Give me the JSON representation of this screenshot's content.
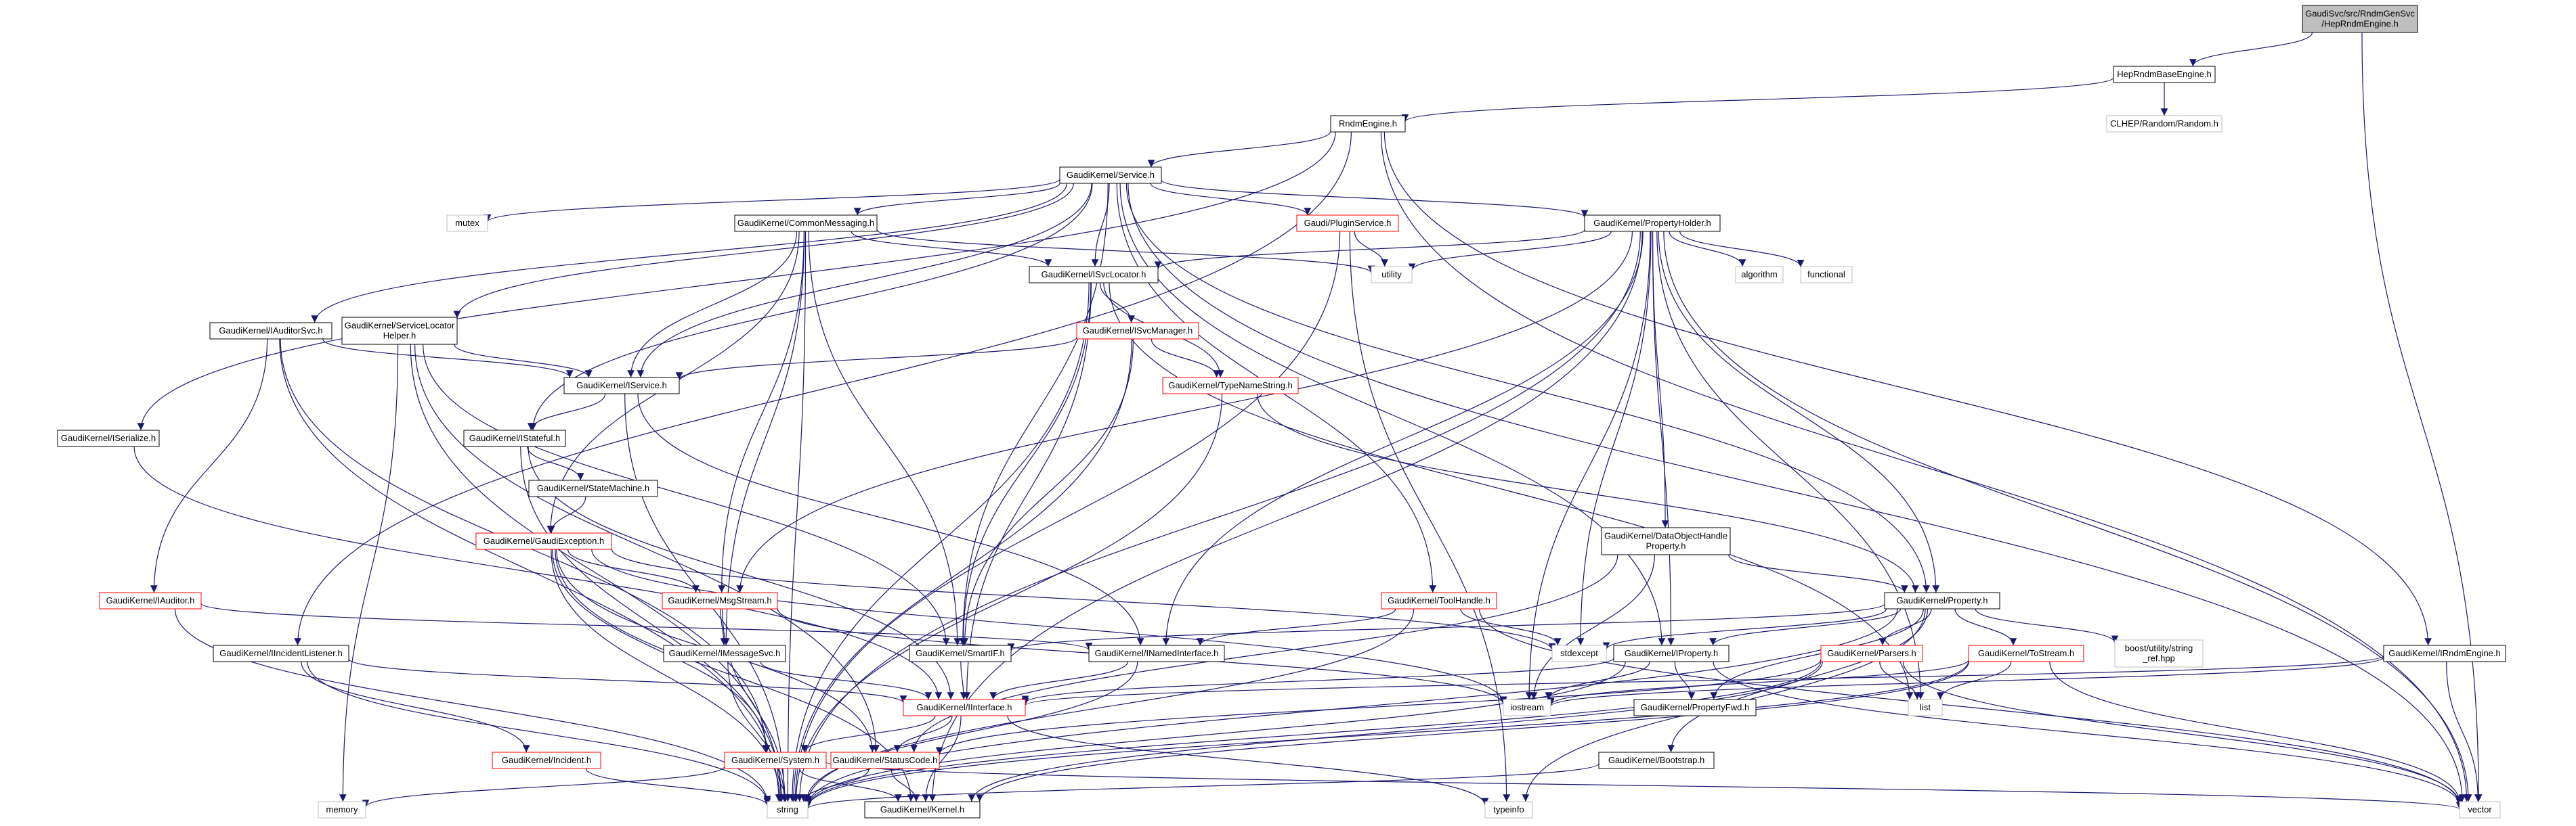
{
  "graph": {
    "title": "GaudiSvc/src/RndmGenSvc/HepRndmEngine.h",
    "colors": {
      "root_fill": "#bfbfbf",
      "node_stroke": "#000000",
      "incomplete_stroke": "#ff0000",
      "external_stroke": "#bfbfbf",
      "edge": "#191970"
    },
    "nodes": [
      {
        "id": "root",
        "label": [
          "GaudiSvc/src/RndmGenSvc",
          "/HepRndmEngine.h"
        ],
        "kind": "root"
      },
      {
        "id": "hepbase",
        "label": [
          "HepRndmBaseEngine.h"
        ],
        "kind": "normal"
      },
      {
        "id": "rndmengine",
        "label": [
          "RndmEngine.h"
        ],
        "kind": "normal"
      },
      {
        "id": "clhep",
        "label": [
          "CLHEP/Random/Random.h"
        ],
        "kind": "external"
      },
      {
        "id": "service",
        "label": [
          "GaudiKernel/Service.h"
        ],
        "kind": "normal"
      },
      {
        "id": "irndmengine",
        "label": [
          "GaudiKernel/IRndmEngine.h"
        ],
        "kind": "normal"
      },
      {
        "id": "iserialize",
        "label": [
          "GaudiKernel/ISerialize.h"
        ],
        "kind": "normal"
      },
      {
        "id": "iincident",
        "label": [
          "GaudiKernel/IIncidentListener.h"
        ],
        "kind": "normal"
      },
      {
        "id": "vector",
        "label": [
          "vector"
        ],
        "kind": "external"
      },
      {
        "id": "mutex",
        "label": [
          "mutex"
        ],
        "kind": "external"
      },
      {
        "id": "commonmsg",
        "label": [
          "GaudiKernel/CommonMessaging.h"
        ],
        "kind": "normal"
      },
      {
        "id": "plugin",
        "label": [
          "Gaudi/PluginService.h"
        ],
        "kind": "incomplete"
      },
      {
        "id": "propholder",
        "label": [
          "GaudiKernel/PropertyHolder.h"
        ],
        "kind": "normal"
      },
      {
        "id": "iauditorsvc",
        "label": [
          "GaudiKernel/IAuditorSvc.h"
        ],
        "kind": "normal"
      },
      {
        "id": "svclochelper",
        "label": [
          "GaudiKernel/ServiceLocator",
          "Helper.h"
        ],
        "kind": "normal"
      },
      {
        "id": "isvclocator",
        "label": [
          "GaudiKernel/ISvcLocator.h"
        ],
        "kind": "normal"
      },
      {
        "id": "utility",
        "label": [
          "utility"
        ],
        "kind": "external"
      },
      {
        "id": "algorithm",
        "label": [
          "algorithm"
        ],
        "kind": "external"
      },
      {
        "id": "functional",
        "label": [
          "functional"
        ],
        "kind": "external"
      },
      {
        "id": "isvcmanager",
        "label": [
          "GaudiKernel/ISvcManager.h"
        ],
        "kind": "incomplete"
      },
      {
        "id": "iservice",
        "label": [
          "GaudiKernel/IService.h"
        ],
        "kind": "normal"
      },
      {
        "id": "typename",
        "label": [
          "GaudiKernel/TypeNameString.h"
        ],
        "kind": "incomplete"
      },
      {
        "id": "istateful",
        "label": [
          "GaudiKernel/IStateful.h"
        ],
        "kind": "normal"
      },
      {
        "id": "statemachine",
        "label": [
          "GaudiKernel/StateMachine.h"
        ],
        "kind": "normal"
      },
      {
        "id": "gaudiexc",
        "label": [
          "GaudiKernel/GaudiException.h"
        ],
        "kind": "incomplete"
      },
      {
        "id": "dohprop",
        "label": [
          "GaudiKernel/DataObjectHandle",
          "Property.h"
        ],
        "kind": "normal"
      },
      {
        "id": "iauditor",
        "label": [
          "GaudiKernel/IAuditor.h"
        ],
        "kind": "incomplete"
      },
      {
        "id": "msgstream",
        "label": [
          "GaudiKernel/MsgStream.h"
        ],
        "kind": "incomplete"
      },
      {
        "id": "toolhandle",
        "label": [
          "GaudiKernel/ToolHandle.h"
        ],
        "kind": "incomplete"
      },
      {
        "id": "property",
        "label": [
          "GaudiKernel/Property.h"
        ],
        "kind": "normal"
      },
      {
        "id": "smartif",
        "label": [
          "GaudiKernel/SmartIF.h"
        ],
        "kind": "normal"
      },
      {
        "id": "inamed",
        "label": [
          "GaudiKernel/INamedInterface.h"
        ],
        "kind": "normal"
      },
      {
        "id": "stdexcept",
        "label": [
          "stdexcept"
        ],
        "kind": "external"
      },
      {
        "id": "iproperty",
        "label": [
          "GaudiKernel/IProperty.h"
        ],
        "kind": "normal"
      },
      {
        "id": "parsers",
        "label": [
          "GaudiKernel/Parsers.h"
        ],
        "kind": "incomplete"
      },
      {
        "id": "tostream",
        "label": [
          "GaudiKernel/ToStream.h"
        ],
        "kind": "incomplete"
      },
      {
        "id": "boostref",
        "label": [
          "boost/utility/string",
          "_ref.hpp"
        ],
        "kind": "external"
      },
      {
        "id": "imessagesvc",
        "label": [
          "GaudiKernel/IMessageSvc.h"
        ],
        "kind": "normal"
      },
      {
        "id": "iinterface",
        "label": [
          "GaudiKernel/IInterface.h"
        ],
        "kind": "incomplete"
      },
      {
        "id": "iostream",
        "label": [
          "iostream"
        ],
        "kind": "external"
      },
      {
        "id": "propfwd",
        "label": [
          "GaudiKernel/PropertyFwd.h"
        ],
        "kind": "normal"
      },
      {
        "id": "list",
        "label": [
          "list"
        ],
        "kind": "external"
      },
      {
        "id": "incident",
        "label": [
          "GaudiKernel/Incident.h"
        ],
        "kind": "incomplete"
      },
      {
        "id": "system",
        "label": [
          "GaudiKernel/System.h"
        ],
        "kind": "incomplete"
      },
      {
        "id": "statuscode",
        "label": [
          "GaudiKernel/StatusCode.h"
        ],
        "kind": "incomplete"
      },
      {
        "id": "bootstrap",
        "label": [
          "GaudiKernel/Bootstrap.h"
        ],
        "kind": "normal"
      },
      {
        "id": "memory",
        "label": [
          "memory"
        ],
        "kind": "external"
      },
      {
        "id": "string",
        "label": [
          "string"
        ],
        "kind": "external"
      },
      {
        "id": "kernel",
        "label": [
          "GaudiKernel/Kernel.h"
        ],
        "kind": "normal"
      },
      {
        "id": "typeinfo",
        "label": [
          "typeinfo"
        ],
        "kind": "external"
      }
    ],
    "edges": [
      [
        "root",
        "hepbase"
      ],
      [
        "root",
        "vector"
      ],
      [
        "hepbase",
        "rndmengine"
      ],
      [
        "hepbase",
        "clhep"
      ],
      [
        "rndmengine",
        "service"
      ],
      [
        "rndmengine",
        "irndmengine"
      ],
      [
        "rndmengine",
        "iserialize"
      ],
      [
        "rndmengine",
        "iincident"
      ],
      [
        "rndmengine",
        "vector"
      ],
      [
        "service",
        "mutex"
      ],
      [
        "service",
        "commonmsg"
      ],
      [
        "service",
        "plugin"
      ],
      [
        "service",
        "propholder"
      ],
      [
        "service",
        "iauditorsvc"
      ],
      [
        "service",
        "svclochelper"
      ],
      [
        "service",
        "isvclocator"
      ],
      [
        "service",
        "iservice"
      ],
      [
        "service",
        "istateful"
      ],
      [
        "service",
        "smartif"
      ],
      [
        "service",
        "property"
      ],
      [
        "service",
        "iproperty"
      ],
      [
        "service",
        "toolhandle"
      ],
      [
        "service",
        "vector"
      ],
      [
        "irndmengine",
        "iinterface"
      ],
      [
        "irndmengine",
        "vector"
      ],
      [
        "iserialize",
        "iinterface"
      ],
      [
        "iincident",
        "iinterface"
      ],
      [
        "iincident",
        "incident"
      ],
      [
        "iincident",
        "string"
      ],
      [
        "commonmsg",
        "isvclocator"
      ],
      [
        "commonmsg",
        "iservice"
      ],
      [
        "commonmsg",
        "msgstream"
      ],
      [
        "commonmsg",
        "imessagesvc"
      ],
      [
        "commonmsg",
        "smartif"
      ],
      [
        "commonmsg",
        "gaudiexc"
      ],
      [
        "commonmsg",
        "utility"
      ],
      [
        "commonmsg",
        "string"
      ],
      [
        "plugin",
        "utility"
      ],
      [
        "plugin",
        "string"
      ],
      [
        "plugin",
        "typeinfo"
      ],
      [
        "propholder",
        "isvclocator"
      ],
      [
        "propholder",
        "utility"
      ],
      [
        "propholder",
        "algorithm"
      ],
      [
        "propholder",
        "functional"
      ],
      [
        "propholder",
        "property"
      ],
      [
        "propholder",
        "iproperty"
      ],
      [
        "propholder",
        "dohprop"
      ],
      [
        "propholder",
        "msgstream"
      ],
      [
        "propholder",
        "inamed"
      ],
      [
        "propholder",
        "stdexcept"
      ],
      [
        "propholder",
        "iostream"
      ],
      [
        "propholder",
        "string"
      ],
      [
        "propholder",
        "vector"
      ],
      [
        "propholder",
        "list"
      ],
      [
        "propholder",
        "kernel"
      ],
      [
        "iauditorsvc",
        "iservice"
      ],
      [
        "iauditorsvc",
        "iauditor"
      ],
      [
        "iauditorsvc",
        "system"
      ],
      [
        "iauditorsvc",
        "string"
      ],
      [
        "svclochelper",
        "iservice"
      ],
      [
        "svclochelper",
        "smartif"
      ],
      [
        "svclochelper",
        "statuscode"
      ],
      [
        "svclochelper",
        "memory"
      ],
      [
        "svclochelper",
        "string"
      ],
      [
        "isvclocator",
        "isvcmanager"
      ],
      [
        "isvclocator",
        "typename"
      ],
      [
        "isvclocator",
        "smartif"
      ],
      [
        "isvclocator",
        "iinterface"
      ],
      [
        "isvclocator",
        "list"
      ],
      [
        "isvclocator",
        "string"
      ],
      [
        "isvcmanager",
        "iservice"
      ],
      [
        "isvcmanager",
        "typename"
      ],
      [
        "isvcmanager",
        "smartif"
      ],
      [
        "isvcmanager",
        "string"
      ],
      [
        "iservice",
        "istateful"
      ],
      [
        "iservice",
        "inamed"
      ],
      [
        "iservice",
        "string"
      ],
      [
        "typename",
        "property"
      ],
      [
        "typename",
        "string"
      ],
      [
        "istateful",
        "statemachine"
      ],
      [
        "istateful",
        "iinterface"
      ],
      [
        "istateful",
        "string"
      ],
      [
        "statemachine",
        "gaudiexc"
      ],
      [
        "gaudiexc",
        "msgstream"
      ],
      [
        "gaudiexc",
        "system"
      ],
      [
        "gaudiexc",
        "statuscode"
      ],
      [
        "gaudiexc",
        "kernel"
      ],
      [
        "gaudiexc",
        "stdexcept"
      ],
      [
        "gaudiexc",
        "iostream"
      ],
      [
        "gaudiexc",
        "string"
      ],
      [
        "dohprop",
        "property"
      ],
      [
        "dohprop",
        "statuscode"
      ],
      [
        "dohprop",
        "iostream"
      ],
      [
        "iauditor",
        "inamed"
      ],
      [
        "iauditor",
        "string"
      ],
      [
        "msgstream",
        "imessagesvc"
      ],
      [
        "msgstream",
        "string"
      ],
      [
        "msgstream",
        "iostream"
      ],
      [
        "toolhandle",
        "inamed"
      ],
      [
        "toolhandle",
        "stdexcept"
      ],
      [
        "toolhandle",
        "string"
      ],
      [
        "toolhandle",
        "vector"
      ],
      [
        "property",
        "smartif"
      ],
      [
        "property",
        "iproperty"
      ],
      [
        "property",
        "propfwd"
      ],
      [
        "property",
        "parsers"
      ],
      [
        "property",
        "tostream"
      ],
      [
        "property",
        "boostref"
      ],
      [
        "property",
        "stdexcept"
      ],
      [
        "property",
        "bootstrap"
      ],
      [
        "property",
        "string"
      ],
      [
        "property",
        "typeinfo"
      ],
      [
        "smartif",
        "iinterface"
      ],
      [
        "inamed",
        "iinterface"
      ],
      [
        "inamed",
        "string"
      ],
      [
        "iproperty",
        "iinterface"
      ],
      [
        "iproperty",
        "propfwd"
      ],
      [
        "iproperty",
        "iostream"
      ],
      [
        "iproperty",
        "string"
      ],
      [
        "iproperty",
        "vector"
      ],
      [
        "parsers",
        "statuscode"
      ],
      [
        "parsers",
        "list"
      ],
      [
        "parsers",
        "string"
      ],
      [
        "parsers",
        "vector"
      ],
      [
        "parsers",
        "kernel"
      ],
      [
        "tostream",
        "list"
      ],
      [
        "tostream",
        "string"
      ],
      [
        "tostream",
        "vector"
      ],
      [
        "tostream",
        "iostream"
      ],
      [
        "tostream",
        "kernel"
      ],
      [
        "imessagesvc",
        "iinterface"
      ],
      [
        "imessagesvc",
        "string"
      ],
      [
        "iinterface",
        "system"
      ],
      [
        "iinterface",
        "statuscode"
      ],
      [
        "iinterface",
        "kernel"
      ],
      [
        "iinterface",
        "typeinfo"
      ],
      [
        "incident",
        "string"
      ],
      [
        "system",
        "kernel"
      ],
      [
        "system",
        "string"
      ],
      [
        "system",
        "memory"
      ],
      [
        "system",
        "vector"
      ],
      [
        "statuscode",
        "kernel"
      ],
      [
        "statuscode",
        "string"
      ],
      [
        "bootstrap",
        "string"
      ],
      [
        "irndmengine",
        "iostream"
      ]
    ]
  }
}
